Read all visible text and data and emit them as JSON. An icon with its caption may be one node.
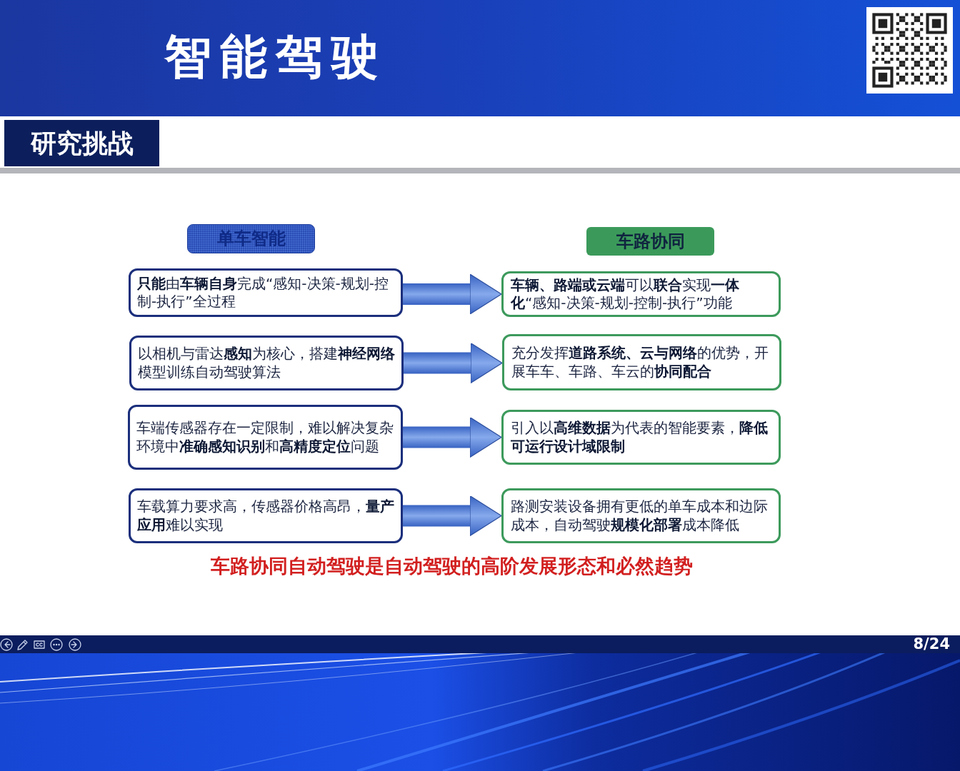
{
  "diagram": {
    "title": "智能驾驶",
    "nodes": [
      {
        "text": [
          "研究挑战"
        ]
      },
      {
        "text": [
          "单车智能"
        ]
      },
      {
        "text": [
          "车路协同"
        ]
      },
      {
        "text": [
          "**只能**由**车辆自身**完成“感知-决策-规划-控制-执行”全过程"
        ]
      },
      {
        "text": [
          "**车辆、路端或云端**可以**联合**实现**一体化**“感知-决策-规划-控制-执行”功能"
        ]
      },
      {
        "text": [
          "以相机与雷达**感知**为核心，搭建**神经网络**模型训练自动驾驶算法"
        ]
      },
      {
        "text": [
          "充分发挥**道路系统、云与网络**的优势，开展车车、车路、车云的**协同配合**"
        ]
      },
      {
        "text": [
          "车端传感器存在一定限制，难以解决复杂环境中**准确感知识别**和**高精度定位**问题"
        ]
      },
      {
        "text": [
          "引入以**高维数据**为代表的智能要素，**降低可运行设计域限制**"
        ]
      },
      {
        "text": [
          "车载算力要求高，传感器价格高昂，**量产应用**难以实现"
        ]
      },
      {
        "text": [
          "路测安装设备拥有更低的单车成本和边际成本，自动驾驶**规模化部署**成本降低"
        ]
      }
    ],
    "edges": [
      {
        "from": 3,
        "to": 4,
        "arrow": "to"
      },
      {
        "from": 5,
        "to": 6,
        "arrow": "to"
      },
      {
        "from": 7,
        "to": 8,
        "arrow": "to"
      },
      {
        "from": 9,
        "to": 10,
        "arrow": "to"
      }
    ],
    "labels": [
      "车路协同自动驾驶是自动驾驶的高阶发展形态和必然趋势",
      "8/24"
    ]
  }
}
